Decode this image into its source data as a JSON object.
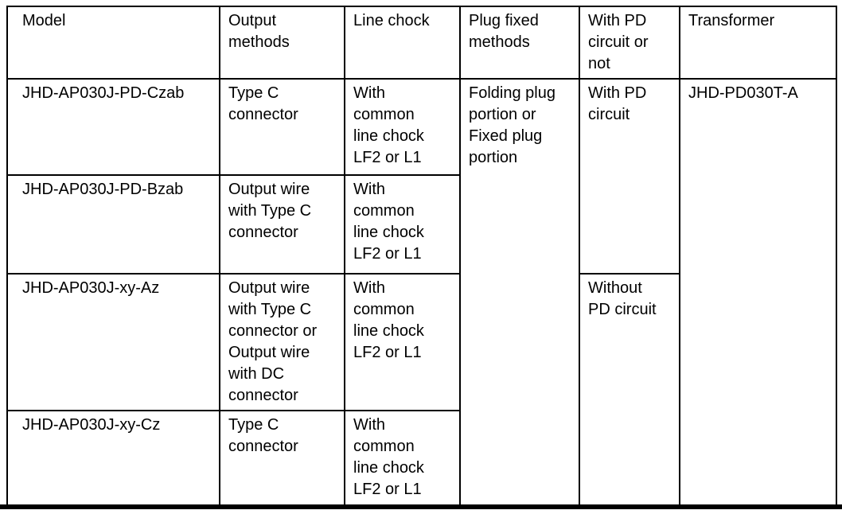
{
  "table": {
    "header": {
      "model": "Model",
      "output_methods": "Output\nmethods",
      "line_chock": "Line chock",
      "plug_fixed_methods": "Plug fixed\nmethods",
      "pd_circuit": "With PD\ncircuit or\nnot",
      "transformer": "Transformer"
    },
    "rows": [
      {
        "model": "JHD-AP030J-PD-Czab",
        "output_methods": "Type C\nconnector",
        "line_chock": "With\ncommon\nline chock\nLF2 or L1"
      },
      {
        "model": "JHD-AP030J-PD-Bzab",
        "output_methods": "Output wire\nwith Type C\nconnector",
        "line_chock": "With\ncommon\nline chock\nLF2 or L1"
      },
      {
        "model": "JHD-AP030J-xy-Az",
        "output_methods": "Output wire\nwith Type C\nconnector or\nOutput wire\nwith DC\nconnector",
        "line_chock": "With\ncommon\nline chock\nLF2 or L1"
      },
      {
        "model": "JHD-AP030J-xy-Cz",
        "output_methods": "Type C\nconnector",
        "line_chock": "With\ncommon\nline chock\nLF2 or L1"
      }
    ],
    "merged": {
      "plug_fixed_methods": "Folding plug\nportion or\nFixed plug\nportion",
      "with_pd_circuit": "With PD\ncircuit",
      "without_pd_circuit": "Without\nPD circuit",
      "transformer": "JHD-PD030T-A"
    },
    "colors": {
      "border": "#000000",
      "text": "#000000",
      "background": "#ffffff"
    }
  }
}
